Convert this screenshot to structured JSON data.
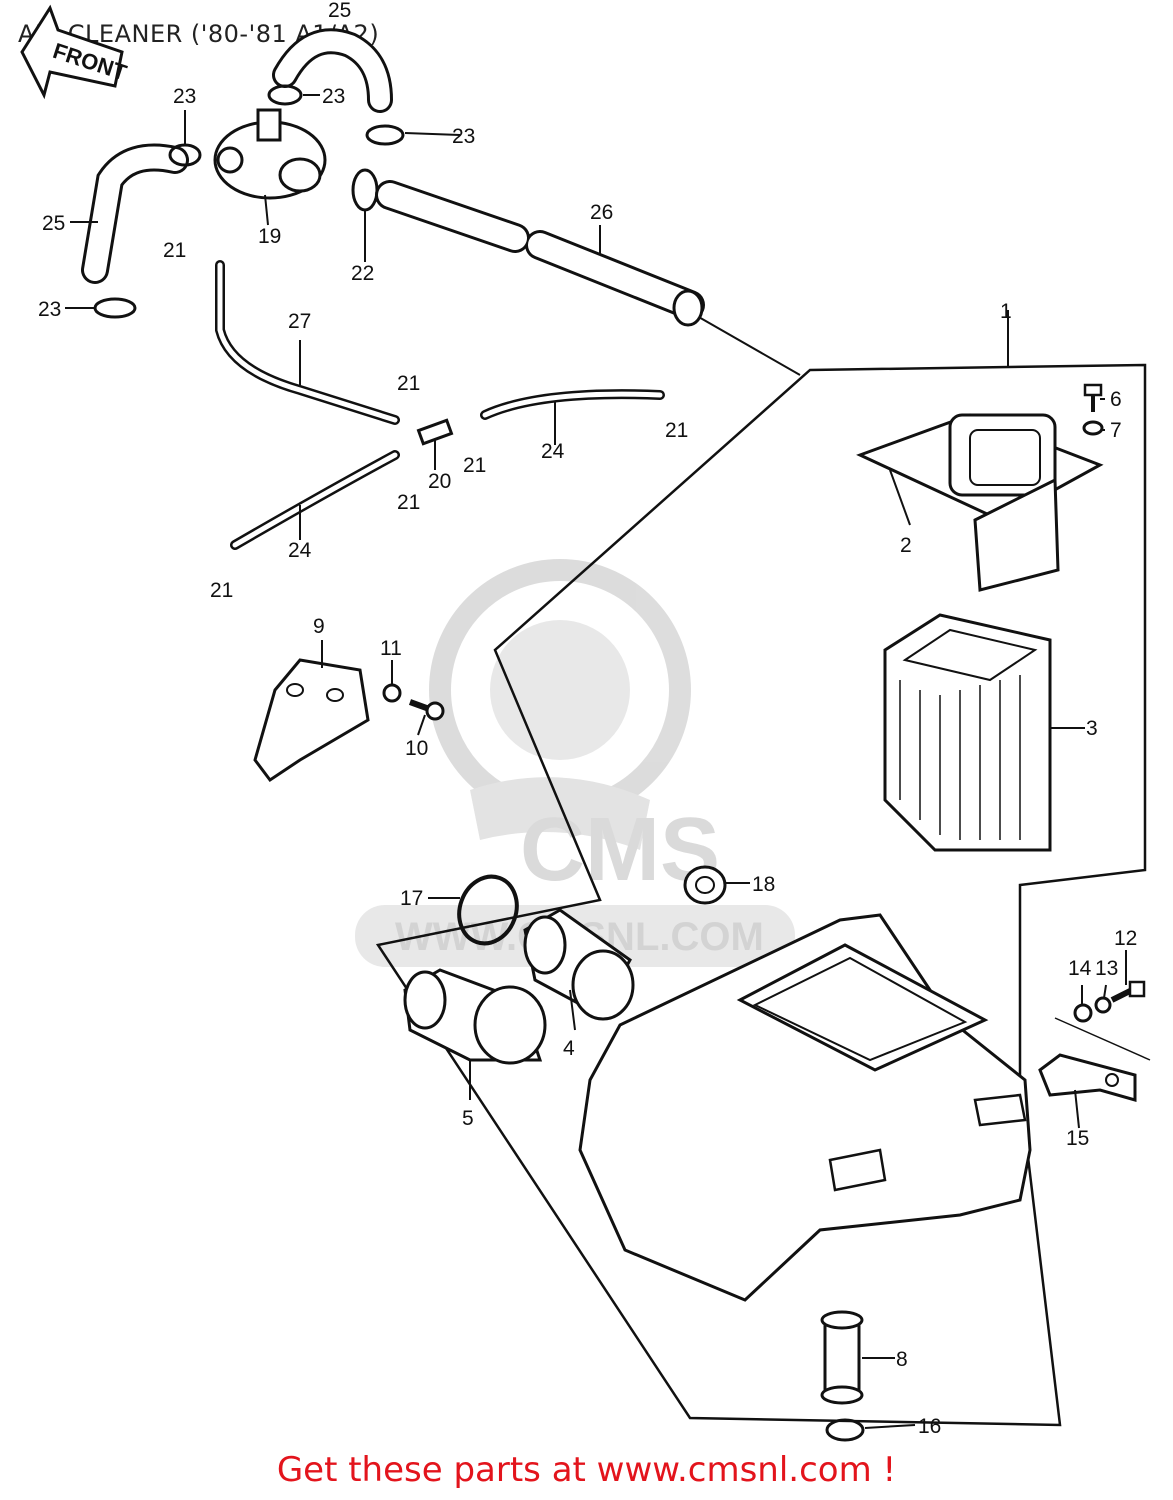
{
  "page": {
    "title": "AIR CLEANER ('80-'81 A1/A2)",
    "footer": "Get these parts at www.cmsnl.com !"
  },
  "front_arrow": {
    "label": "FRONT"
  },
  "watermark": {
    "logo_text": "CMS",
    "site_text": "WWW.CMSNL.COM"
  },
  "callouts": {
    "c1": "1",
    "c2": "2",
    "c3": "3",
    "c4": "4",
    "c5": "5",
    "c6": "6",
    "c7": "7",
    "c8": "8",
    "c9": "9",
    "c10": "10",
    "c11": "11",
    "c12": "12",
    "c13": "13",
    "c14": "14",
    "c15": "15",
    "c16": "16",
    "c17": "17",
    "c18": "18",
    "c19": "19",
    "c20": "20",
    "c21a": "21",
    "c21b": "21",
    "c21c": "21",
    "c21d": "21",
    "c21e": "21",
    "c21f": "21",
    "c22": "22",
    "c23a": "23",
    "c23b": "23",
    "c23c": "23",
    "c23d": "23",
    "c24a": "24",
    "c24b": "24",
    "c25a": "25",
    "c25b": "25",
    "c26": "26",
    "c27": "27"
  },
  "colors": {
    "line": "#111111",
    "footer": "#e3141c",
    "watermark": "#d9d9d9"
  }
}
